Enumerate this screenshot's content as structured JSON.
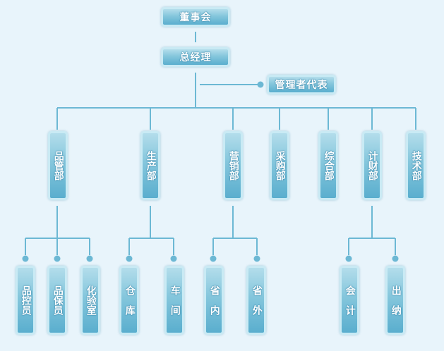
{
  "org": {
    "board": "董事会",
    "gm": "总经理",
    "rep": "管理者代表",
    "departments": [
      "品管部",
      "生产部",
      "营销部",
      "采购部",
      "综合部",
      "计财部",
      "技术部"
    ],
    "sub": {
      "qc": [
        "品控员",
        "品保员",
        "化验室"
      ],
      "prod": [
        "仓库",
        "车间"
      ],
      "sales": [
        "省内",
        "省外"
      ],
      "fin": [
        "会计",
        "出纳"
      ]
    }
  },
  "colors": {
    "line": "#6cb8d4",
    "node_top": "#b3ddeb",
    "node_bottom": "#5aaece",
    "background": "#e8f4fb"
  }
}
